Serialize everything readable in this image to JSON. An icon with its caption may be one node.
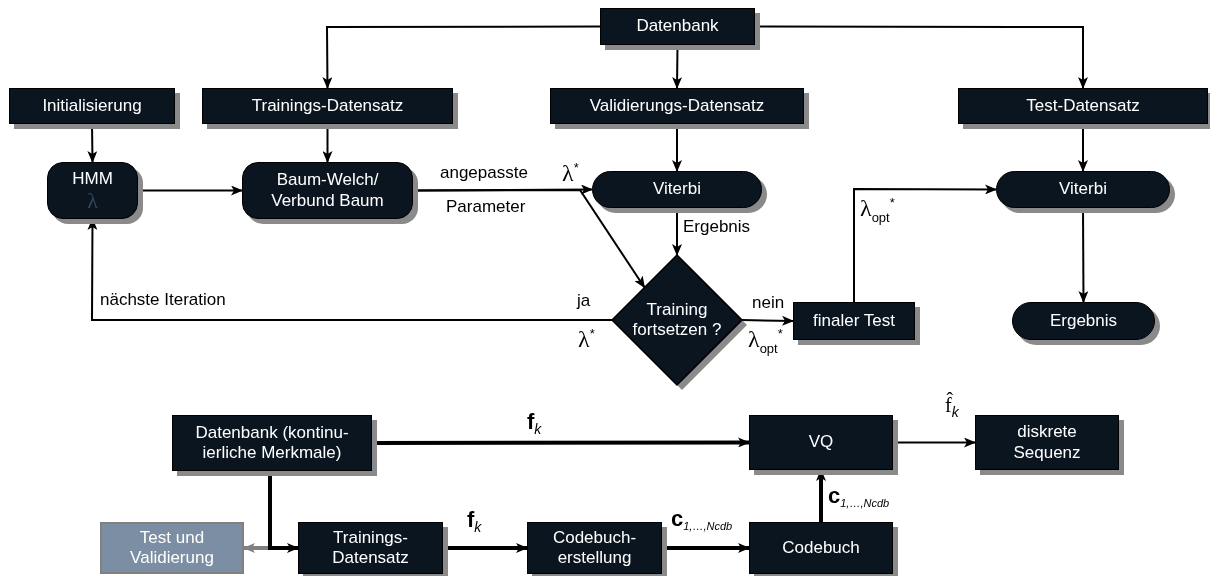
{
  "diagram": {
    "nodes": [
      {
        "text": [
          "Datenbank"
        ]
      },
      {
        "text": [
          "Initialisierung"
        ]
      },
      {
        "text": [
          "Trainings-Datensatz"
        ]
      },
      {
        "text": [
          "Validierungs-Datensatz"
        ]
      },
      {
        "text": [
          "Test-Datensatz"
        ]
      },
      {
        "text": [
          "HMM",
          "λ"
        ]
      },
      {
        "text": [
          "Baum-Welch/ Verbund Baum"
        ]
      },
      {
        "text": [
          "Viterbi"
        ]
      },
      {
        "text": [
          "Training fortsetzen ?"
        ]
      },
      {
        "text": [
          "finaler Test"
        ]
      },
      {
        "text": [
          "Viterbi"
        ]
      },
      {
        "text": [
          "Ergebnis"
        ]
      },
      {
        "text": [
          "Datenbank (kontinu- ierliche Merkmale)"
        ]
      },
      {
        "text": [
          "Test und Validierung"
        ]
      },
      {
        "text": [
          "Trainings- Datensatz"
        ]
      },
      {
        "text": [
          "Codebuch- erstellung"
        ]
      },
      {
        "text": [
          "Codebuch"
        ]
      },
      {
        "text": [
          "VQ"
        ]
      },
      {
        "text": [
          "diskrete Sequenz"
        ]
      }
    ],
    "edges": [
      {
        "from": 0,
        "to": 2,
        "arrow": "to"
      },
      {
        "from": 0,
        "to": 3,
        "arrow": "to"
      },
      {
        "from": 0,
        "to": 4,
        "arrow": "to"
      },
      {
        "from": 1,
        "to": 5,
        "arrow": "to"
      },
      {
        "from": 2,
        "to": 6,
        "arrow": "to"
      },
      {
        "from": 5,
        "to": 6,
        "arrow": "to"
      },
      {
        "from": 6,
        "to": 7,
        "arrow": "to"
      },
      {
        "from": 6,
        "to": 8,
        "arrow": "to"
      },
      {
        "from": 3,
        "to": 7,
        "arrow": "to"
      },
      {
        "from": 7,
        "to": 8,
        "arrow": "to",
        "label": "Ergebnis"
      },
      {
        "from": 8,
        "to": 5,
        "arrow": "to",
        "label": "nächste Iteration"
      },
      {
        "from": 8,
        "to": 9,
        "arrow": "to",
        "label": "nein"
      },
      {
        "from": 9,
        "to": 10,
        "arrow": "to",
        "label": "λ$_{opt}$$^{*}$"
      },
      {
        "from": 4,
        "to": 10,
        "arrow": "to"
      },
      {
        "from": 10,
        "to": 11,
        "arrow": "to"
      },
      {
        "from": 12,
        "to": 17,
        "arrow": "to",
        "style": "thick",
        "label": "**f**$_{k}$"
      },
      {
        "from": 12,
        "to": 14,
        "arrow": "to",
        "style": "thick"
      },
      {
        "from": 12,
        "to": 13,
        "arrow": "to",
        "style": "thick",
        "color": "#808080"
      },
      {
        "from": 14,
        "to": 15,
        "arrow": "to",
        "style": "thick",
        "label": "**f**$_{k}$"
      },
      {
        "from": 15,
        "to": 16,
        "arrow": "to",
        "style": "thick",
        "label": "**c**$_{1,…,N}$$_{cdb}$"
      },
      {
        "from": 16,
        "to": 17,
        "arrow": "to",
        "style": "thick",
        "label": "**c**$_{1,…,N}$$_{cdb}$"
      },
      {
        "from": 17,
        "to": 18,
        "arrow": "to",
        "label": "f̂$_{k}$"
      }
    ],
    "labels": [
      "angepasste",
      "Parameter",
      "λ$^{*}$",
      "ja",
      "λ$^{*}$",
      "λ$_{opt}$$^{*}$"
    ]
  }
}
